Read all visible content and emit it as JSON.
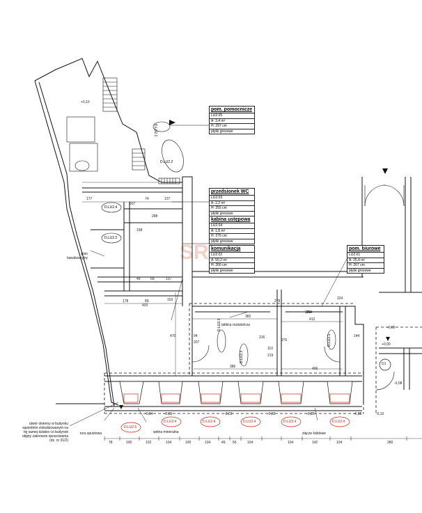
{
  "rooms": [
    {
      "key": "pomocnicze",
      "title": "pom. pomocnicze",
      "rows": [
        "LU2.05",
        "A: 3,4 m²",
        "H: 297 cm",
        "płytki gresowe"
      ]
    },
    {
      "key": "przedsionek",
      "title": "przedsionek WC",
      "rows": [
        "LU2.03",
        "A: 2,2 m²",
        "H: 255 cm",
        "płytki gresowe"
      ]
    },
    {
      "key": "kabina",
      "title": "kabina ustępowa",
      "rows": [
        "LU2.04",
        "A: 1,8 m²",
        "H: 276 cm",
        "płytki gresowe"
      ]
    },
    {
      "key": "komunikacja",
      "title": "komunikacja",
      "rows": [
        "LU2.02",
        "A: 50,2 m²",
        "H: 266 cm",
        "płytki gresowe"
      ]
    },
    {
      "key": "biurowe",
      "title": "pom. biurowe",
      "rows": [
        "LU2.01",
        "A: 25,4 m²",
        "H: 267 cm",
        "płytki gresowe"
      ]
    }
  ],
  "side_labels": {
    "pion": "pion\nkanalizacyjny",
    "otwor": "otwór okienny w budynku\nsąsiednim zlokalizowanym na\ntej samej działce co budynek\nobjęty zakresem opracowania\n(dz. nr 31/2)",
    "rura": "rura spustowa",
    "welna": "wełna mineralna",
    "zlacze": "złącze kablowe",
    "tablica": "tablica rozdzielcza"
  },
  "door_tags": [
    "D.LU2.4",
    "D.LU2.2",
    "D.LU2.3",
    "D.LU2.3",
    "D.LU2.1",
    "D.LU2.1",
    "D.LU2.2"
  ],
  "window_tags": [
    "D.LU2.5",
    "D.LU2.4",
    "D.LU2.4",
    "D.LU2.4",
    "D.LU2.4",
    "D.LU2.4"
  ],
  "level_marks": [
    "+0,10",
    "-0,05",
    "+0,00",
    "-0,03",
    "-0,04",
    "-0,03",
    "-0,03",
    "-0,05",
    "-0,08",
    "-0,10",
    "-0,08"
  ],
  "bottom_dims": [
    "78",
    "100",
    "102",
    "104",
    "100",
    "104",
    "49",
    "56",
    "104",
    "104",
    "142",
    "104",
    "280"
  ],
  "dims": [
    "507",
    "177",
    "74",
    "127",
    "288",
    "158",
    "382",
    "412",
    "384",
    "406",
    "386",
    "420",
    "153",
    "178",
    "89",
    "470",
    "94",
    "207",
    "216",
    "276",
    "278",
    "137",
    "69",
    "49",
    "110",
    "219",
    "144",
    "264",
    "224"
  ],
  "marker_letter": "D1",
  "watermark": "SR"
}
